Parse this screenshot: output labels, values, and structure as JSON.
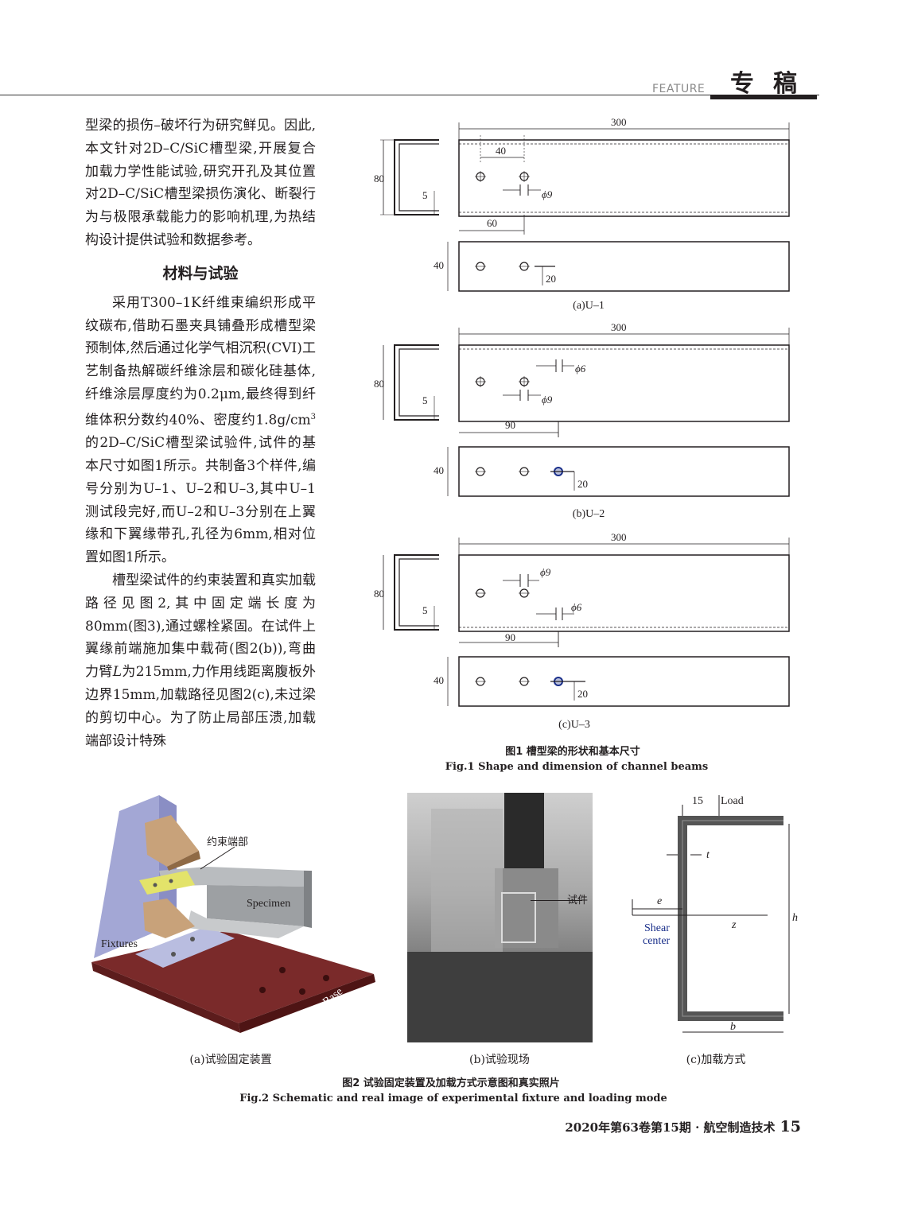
{
  "header": {
    "feature": "FEATURE",
    "title": "专稿"
  },
  "body": {
    "p1": "型梁的损伤–破坏行为研究鲜见。因此,本文针对2D–C/SiC槽型梁,开展复合加载力学性能试验,研究开孔及其位置对2D–C/SiC槽型梁损伤演化、断裂行为与极限承载能力的影响机理,为热结构设计提供试验和数据参考。",
    "heading": "材料与试验",
    "p2a": "采用T300–1K纤维束编织形成平纹碳布,借助石墨夹具铺叠形成槽型梁预制体,然后通过化学气相沉积(CVI)工艺制备热解碳纤维涂层和碳化硅基体,纤维涂层厚度约为0.2μm,最终得到纤维体积分数约40%、密度约1.8g/cm",
    "p2sup": "3",
    "p2b": "的2D–C/SiC槽型梁试验件,试件的基本尺寸如图1所示。共制备3个样件,编号分别为U–1、U–2和U–3,其中U–1测试段完好,而U–2和U–3分别在上翼缘和下翼缘带孔,孔径为6mm,相对位置如图1所示。",
    "p3": "槽型梁试件的约束装置和真实加载路径见图2,其中固定端长度为80mm(图3),通过螺栓紧固。在试件上翼缘前端施加集中载荷(图2(b)),弯曲力臂",
    "p3L": "L",
    "p3b": "为215mm,力作用线距离腹板外边界15mm,加载路径见图2(c),未过梁的剪切中心。为了防止局部压溃,加载端部设计特殊"
  },
  "fig1": {
    "dims": {
      "len": "300",
      "h": "80",
      "t": "5",
      "w": "40",
      "hole_a": "40",
      "hole_b": "60",
      "hole_c": "90",
      "d9": "ϕ9",
      "d6": "ϕ6",
      "off": "20"
    },
    "sub_a": "(a)U–1",
    "sub_b": "(b)U–2",
    "sub_c": "(c)U–3",
    "caption_cn": "图1 槽型梁的形状和基本尺寸",
    "caption_en": "Fig.1 Shape and dimension of channel beams"
  },
  "fig2": {
    "a_labels": {
      "constraint": "约束端部",
      "specimen": "Specimen",
      "fixtures": "Fixtures",
      "base": "Base"
    },
    "b_label": "试件",
    "c_labels": {
      "w": "15",
      "load": "Load",
      "t": "t",
      "e": "e",
      "shear1": "Shear",
      "shear2": "center",
      "z": "z",
      "h": "h",
      "b": "b"
    },
    "sub_a": "(a)试验固定装置",
    "sub_b": "(b)试验现场",
    "sub_c": "(c)加载方式",
    "caption_cn": "图2 试验固定装置及加载方式示意图和真实照片",
    "caption_en": "Fig.2 Schematic and real image of experimental fixture and loading mode"
  },
  "footer": {
    "journal": "2020年第63卷第15期 · 航空制造技术",
    "page": "15"
  }
}
